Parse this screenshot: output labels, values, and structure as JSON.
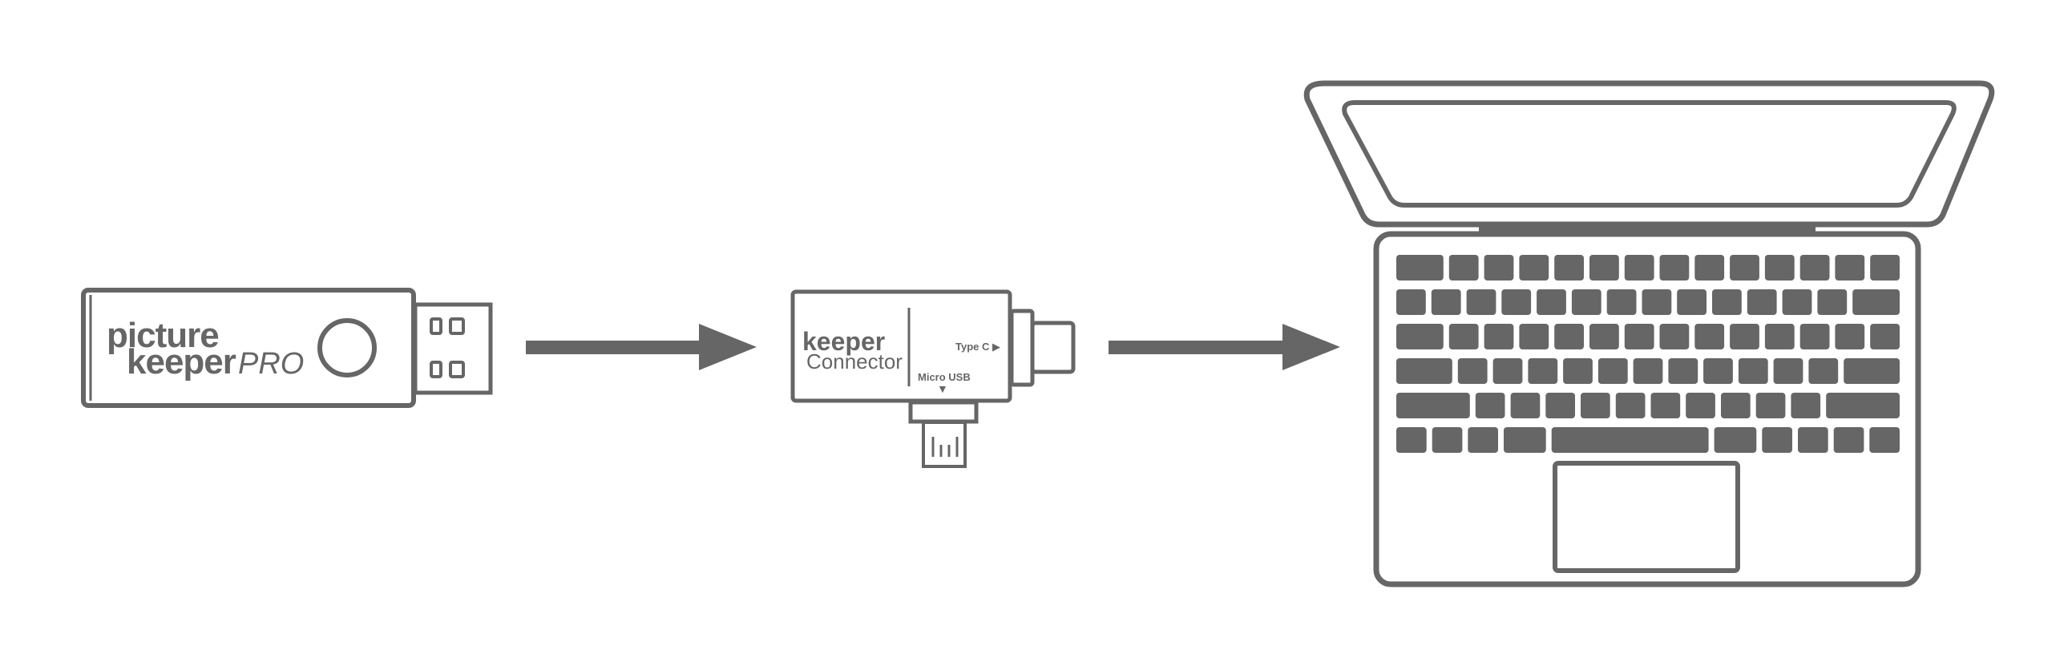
{
  "colors": {
    "ink": "#666666",
    "background": "#ffffff"
  },
  "usb_drive": {
    "brand_line1": "picture",
    "brand_line2": "keeper",
    "brand_suffix": "PRO"
  },
  "connector": {
    "brand_line1": "keeper",
    "brand_line2": "Connector",
    "port_type_c": "Type C ▶",
    "port_micro_usb": "Micro USB",
    "micro_arrow": "▼"
  },
  "laptop": {
    "keyboard_rows": [
      [
        1.6,
        1,
        1,
        1,
        1,
        1,
        1,
        1,
        1,
        1,
        1,
        1,
        1,
        1
      ],
      [
        1,
        1,
        1,
        1,
        1,
        1,
        1,
        1,
        1,
        1,
        1,
        1,
        1,
        1.6
      ],
      [
        1.6,
        1,
        1,
        1,
        1,
        1,
        1,
        1,
        1,
        1,
        1,
        1,
        1,
        1
      ],
      [
        1.9,
        1,
        1,
        1,
        1,
        1,
        1,
        1,
        1,
        1,
        1,
        1,
        1.9
      ],
      [
        2.5,
        1,
        1,
        1,
        1,
        1,
        1,
        1,
        1,
        1,
        1,
        2.5
      ],
      [
        1,
        1,
        1,
        1.4,
        5.2,
        1.4,
        1,
        1,
        1,
        1
      ]
    ]
  }
}
